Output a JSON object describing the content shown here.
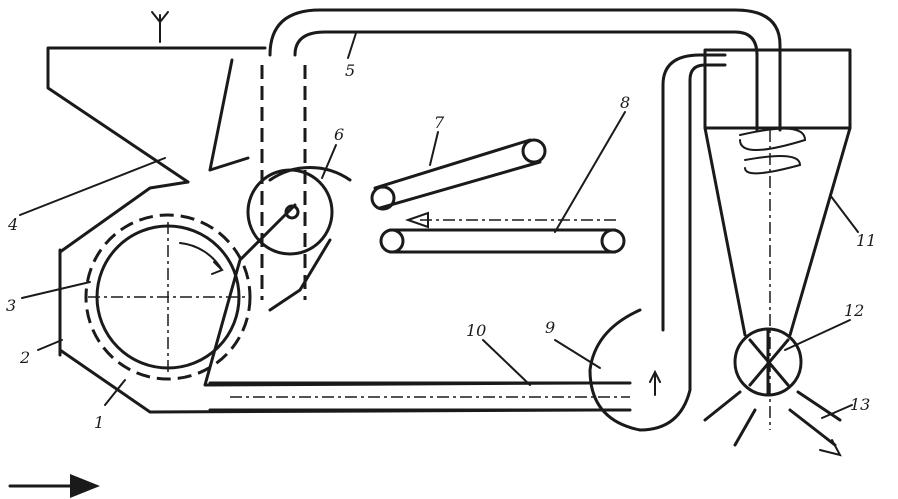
{
  "callouts": [
    {
      "id": "1",
      "label": "1"
    },
    {
      "id": "2",
      "label": "2"
    },
    {
      "id": "3",
      "label": "3"
    },
    {
      "id": "4",
      "label": "4"
    },
    {
      "id": "5",
      "label": "5"
    },
    {
      "id": "6",
      "label": "6"
    },
    {
      "id": "7",
      "label": "7"
    },
    {
      "id": "8",
      "label": "8"
    },
    {
      "id": "9",
      "label": "9"
    },
    {
      "id": "10",
      "label": "10"
    },
    {
      "id": "11",
      "label": "11"
    },
    {
      "id": "12",
      "label": "12"
    },
    {
      "id": "13",
      "label": "13"
    }
  ],
  "colors": {
    "ink": "#1a1a1a",
    "paper": "#ffffff"
  }
}
